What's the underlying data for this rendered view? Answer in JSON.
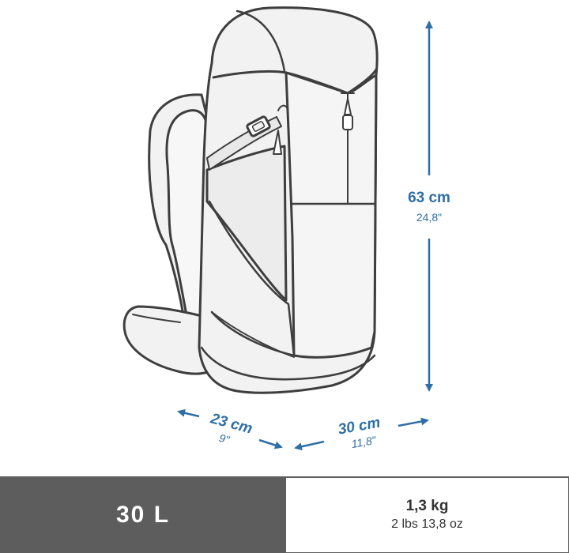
{
  "dimensions": {
    "height": {
      "metric": "63 cm",
      "imperial": "24,8\""
    },
    "depth": {
      "metric": "23 cm",
      "imperial": "9\""
    },
    "width": {
      "metric": "30 cm",
      "imperial": "11,8\""
    }
  },
  "specs": {
    "volume": "30 L",
    "weight_metric": "1,3 kg",
    "weight_imperial": "2 lbs 13,8 oz"
  },
  "colors": {
    "dimension_blue": "#2e6fa6",
    "outline": "#3e3e3e",
    "panel_dark": "#5d5d5d"
  },
  "icons": [
    "backpack-illustration",
    "buckle-icon",
    "zipper-pull-icon"
  ]
}
